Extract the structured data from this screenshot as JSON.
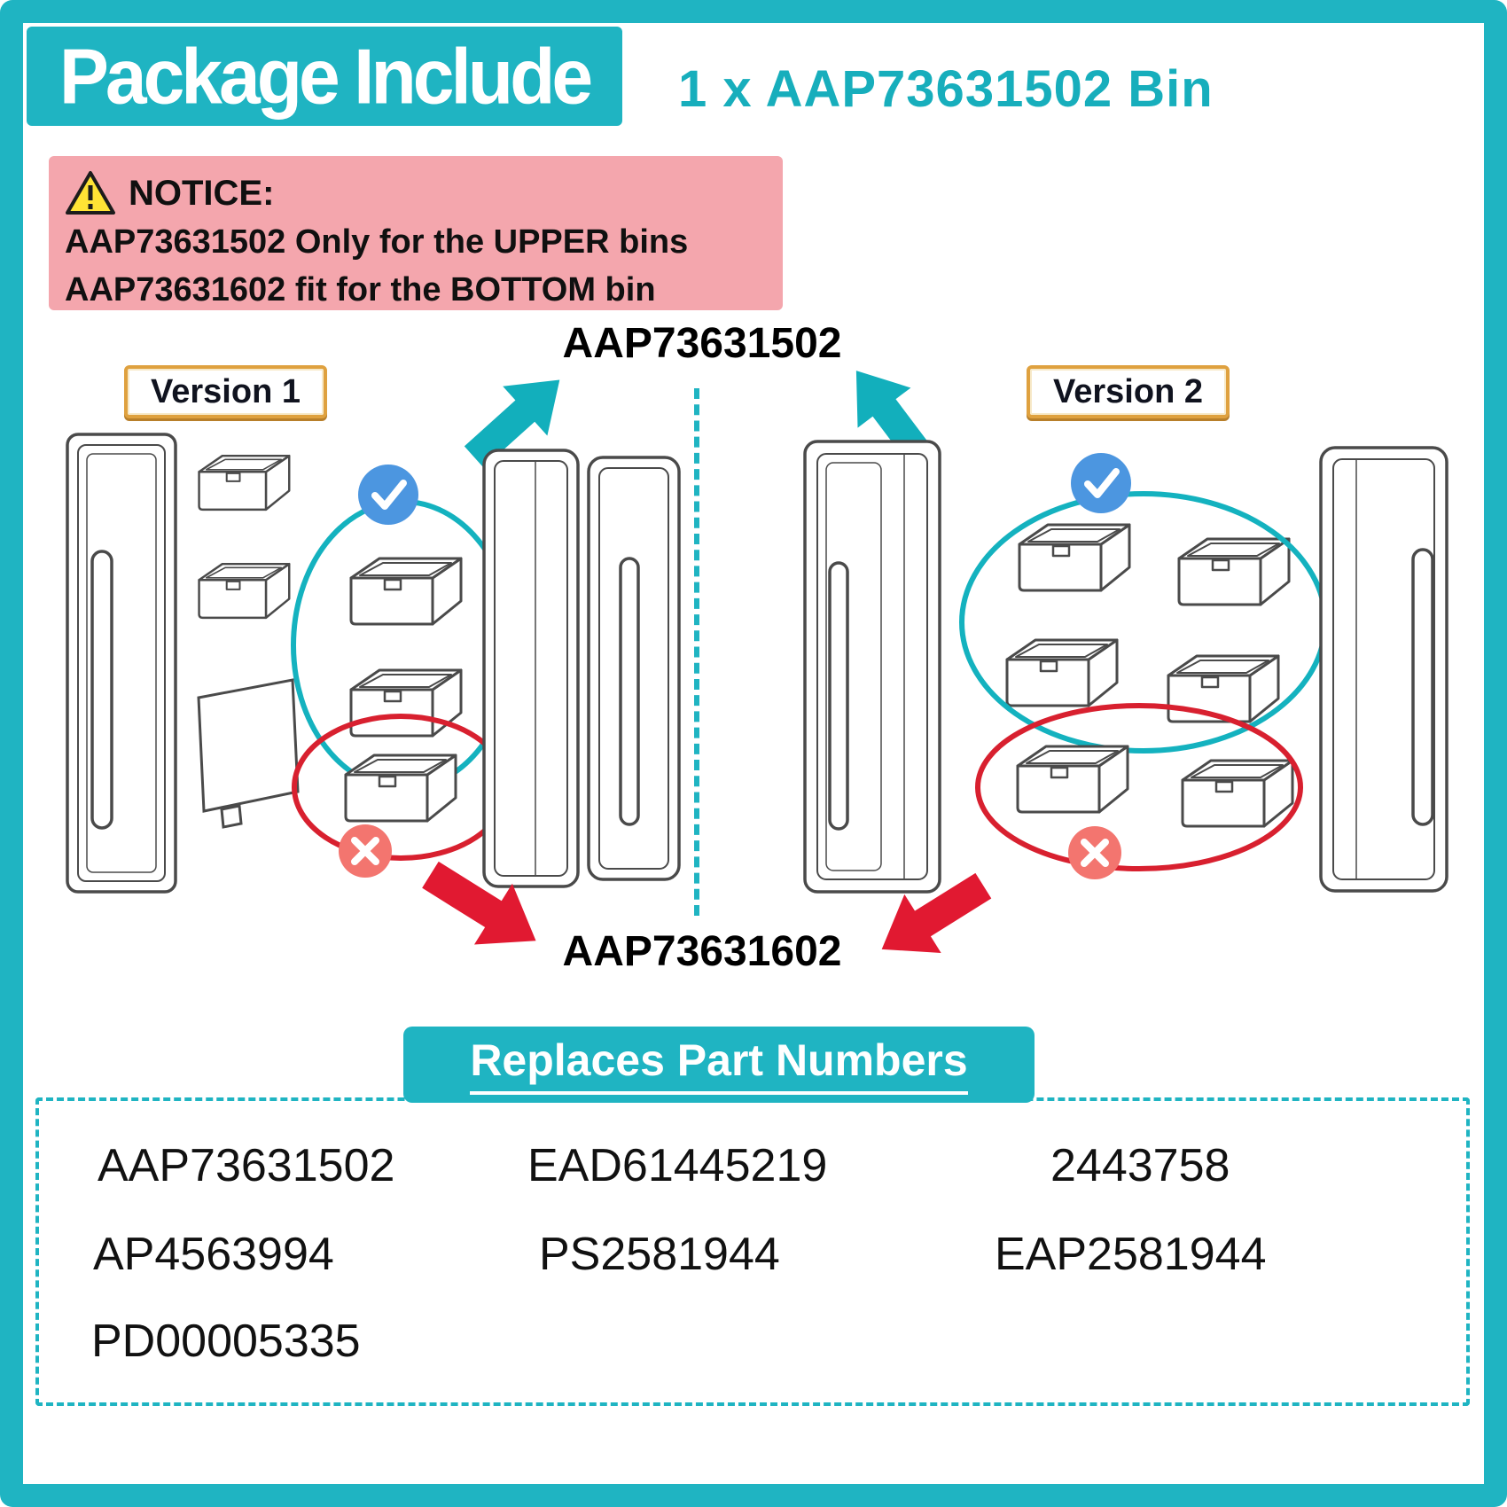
{
  "header": {
    "title": "Package Include",
    "subtitle": "1 x AAP73631502 Bin"
  },
  "notice": {
    "label": "NOTICE:",
    "line1": "AAP73631502 Only for the UPPER bins",
    "line2": "AAP73631602 fit for the BOTTOM bin"
  },
  "diagram": {
    "upper_part_number": "AAP73631502",
    "lower_part_number": "AAP73631602",
    "version1_label": "Version 1",
    "version2_label": "Version 2"
  },
  "replaces": {
    "title": "Replaces Part Numbers",
    "numbers": [
      "AAP73631502",
      "EAD61445219",
      "2443758",
      "AP4563994",
      "PS2581944",
      "EAP2581944",
      "PD00005335"
    ]
  },
  "icons": {
    "warning": "warning-triangle-icon",
    "check": "check-circle-icon",
    "cross": "x-circle-icon",
    "teal_arrow": "arrow-to-upper-part",
    "red_arrow": "arrow-to-lower-part"
  },
  "colors": {
    "teal": "#1FB4C2",
    "pink_notice": "#F4A6AD",
    "red": "#E11931",
    "blue_check": "#4C96E0",
    "salmon_x": "#F3756F",
    "gold_border": "#DFA13F"
  }
}
